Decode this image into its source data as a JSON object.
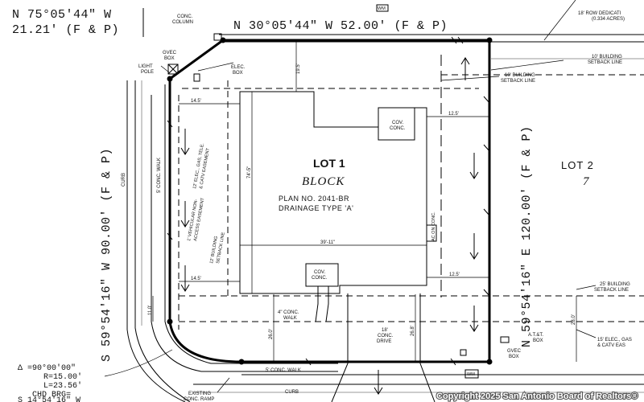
{
  "bearings": {
    "top_left_line1": "N 75°05'44\" W",
    "top_left_line2": "21.21' (F & P)",
    "top": "N 30°05'44\" W 52.00' (F & P)",
    "left": "S 59°54'16\" W 90.00' (F & P)",
    "right": "N 59°54'16\" E 120.00' (F & P)"
  },
  "lot": {
    "lot_label": "LOT 1",
    "block_label": "BLOCK",
    "plan_label": "PLAN NO. 2041-BR",
    "drainage_label": "DRAINAGE TYPE 'A'"
  },
  "neighbor": {
    "lot_label": "LOT 2",
    "block_number": "7"
  },
  "curve": {
    "delta": "Δ =90°00'00\"",
    "radius": "R=15.00'",
    "length": "L=23.56'",
    "chord": "CHD BRG=",
    "chord_value": "S 14°54'16\" W"
  },
  "callouts": {
    "conc_column_1": "CONC.",
    "conc_column_2": "COLUMN",
    "gvec_box_1": "GVEC",
    "gvec_box_2": "BOX",
    "light_pole_1": "LIGHT",
    "light_pole_2": "POLE",
    "elec_box_1": "ELEC.",
    "elec_box_2": "BOX",
    "row_dedication_1": "18' ROW DEDICATI",
    "row_dedication_2": "(0.334 ACRES)",
    "setback_outer_1": "10' BUILDING",
    "setback_outer_2": "SETBACK LINE",
    "setback_inner_1": "10' BUILDING",
    "setback_inner_2": "SETBACK LINE",
    "setback_25_1": "25' BUILDING",
    "setback_25_2": "SETBACK LINE",
    "easement_15_1": "15' ELEC., GAS",
    "easement_15_2": "& CATV EAS",
    "att_box_1": "A.T.&T.",
    "att_box_2": "BOX",
    "gvec_box_b_1": "GVEC",
    "gvec_box_b_2": "BOX",
    "cov_conc_top_1": "COV.",
    "cov_conc_top_2": "CONC.",
    "cov_conc_bot_1": "COV.",
    "cov_conc_bot_2": "CONC.",
    "ac_on_conc": "AC ON CONC.",
    "conc_walk_4_1": "4\" CONC.",
    "conc_walk_4_2": "WALK",
    "conc_drive_1": "18'",
    "conc_drive_2": "CONC.",
    "conc_drive_3": "DRIVE",
    "conc_walk_5": "5' CONC. WALK",
    "conc_walk_5_left": "5' CONC. WALK",
    "curb_left": "CURB",
    "curb_bottom": "CURB",
    "existing_ramp_1": "EXISTING",
    "existing_ramp_2": "CONC. RAMP",
    "easement_12_1": "12' ELEC., GAS, TELE.",
    "easement_12_2": "& CATV EASEMENT",
    "non_vehicular_1": "1' VEHICULAR NON-",
    "non_vehicular_2": "ACCESS EASEMENT",
    "setback_12_1": "12' BUILDING",
    "setback_12_2": "SETBACK LINE",
    "wm_top": "WM",
    "wm_bottom": "WM"
  },
  "dimensions": {
    "d_19_5": "19.5'",
    "d_14_5_top": "14.5'",
    "d_14_5_bot": "14.5'",
    "d_12_5_top": "12.5'",
    "d_12_5_bot": "12.5'",
    "d_74_5": "74'-5\"",
    "d_39_11": "39'-11\"",
    "d_11_0": "11.0'",
    "d_26_0": "26.0'",
    "d_26_8": "26.8'",
    "d_28_0": "28.0'"
  },
  "copyright": "Copyright 2025 San Antonio Board of Realtors®"
}
